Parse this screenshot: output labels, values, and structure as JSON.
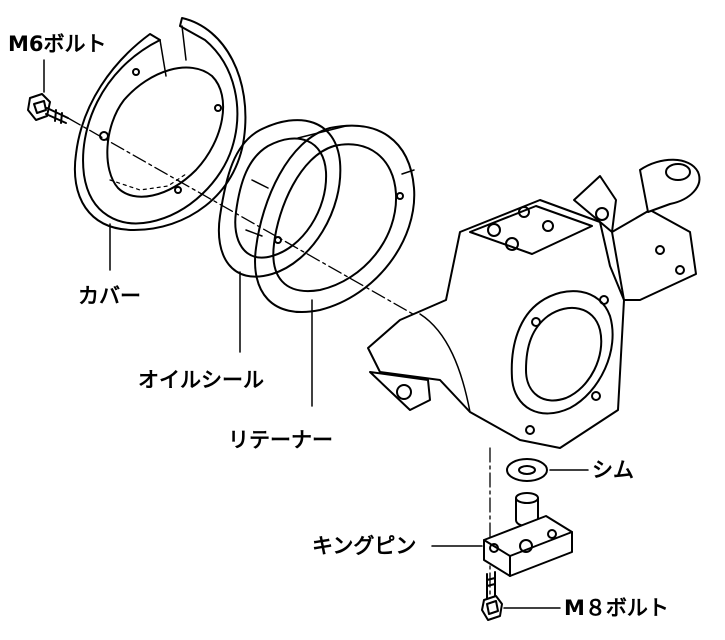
{
  "labels": {
    "m6_bolt": "M6ボルト",
    "cover": "カバー",
    "oil_seal": "オイルシール",
    "retainer": "リテーナー",
    "shim": "シム",
    "king_pin": "キングピン",
    "m8_bolt": "M８ボルト"
  },
  "colors": {
    "ink": "#000000",
    "paper": "#ffffff"
  }
}
